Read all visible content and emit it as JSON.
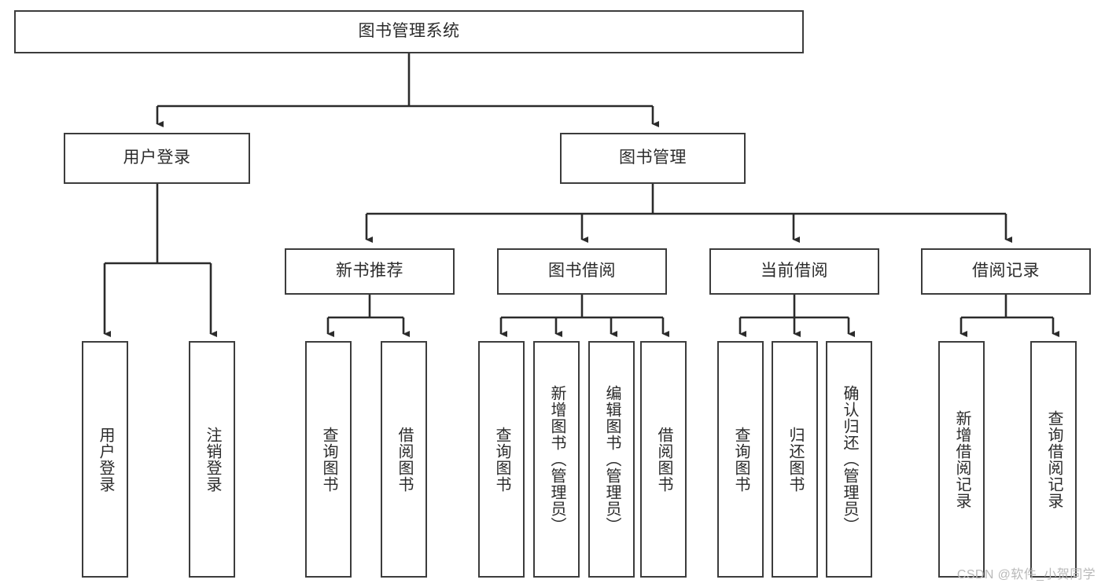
{
  "diagram": {
    "title": "图书管理系统",
    "type": "tree",
    "watermark": "CSDN @软件_小贺同学",
    "colors": {
      "box_border": "#3c3c3c",
      "box_fill": "#ffffff",
      "connector": "#2b2b2b",
      "text": "#2b2b2b",
      "watermark": "#b9b9b9",
      "background": "#ffffff"
    },
    "levels": {
      "root": "图书管理系统",
      "level2": [
        "用户登录",
        "图书管理"
      ],
      "level3": [
        "新书推荐",
        "图书借阅",
        "当前借阅",
        "借阅记录"
      ]
    },
    "nodes": {
      "root": {
        "label": "图书管理系统"
      },
      "user_login": {
        "label": "用户登录"
      },
      "book_manage": {
        "label": "图书管理"
      },
      "new_book_rec": {
        "label": "新书推荐"
      },
      "book_borrow": {
        "label": "图书借阅"
      },
      "current_borrow": {
        "label": "当前借阅"
      },
      "borrow_record": {
        "label": "借阅记录"
      },
      "leaf_user_login": {
        "label": "用户登录"
      },
      "leaf_logout": {
        "label": "注销登录"
      },
      "leaf_query_book_1": {
        "label": "查询图书"
      },
      "leaf_borrow_book_1": {
        "label": "借阅图书"
      },
      "leaf_query_book_2": {
        "label": "查询图书"
      },
      "leaf_add_book": {
        "label": "新增图书（管理员）"
      },
      "leaf_edit_book": {
        "label": "编辑图书（管理员）"
      },
      "leaf_borrow_book_2": {
        "label": "借阅图书"
      },
      "leaf_query_book_3": {
        "label": "查询图书"
      },
      "leaf_return_book": {
        "label": "归还图书"
      },
      "leaf_confirm_return": {
        "label": "确认归还（管理员）"
      },
      "leaf_add_record": {
        "label": "新增借阅记录"
      },
      "leaf_query_record": {
        "label": "查询借阅记录"
      }
    },
    "edges": [
      {
        "from": "root",
        "to": "user_login"
      },
      {
        "from": "root",
        "to": "book_manage"
      },
      {
        "from": "user_login",
        "to": "leaf_user_login"
      },
      {
        "from": "user_login",
        "to": "leaf_logout"
      },
      {
        "from": "book_manage",
        "to": "new_book_rec"
      },
      {
        "from": "book_manage",
        "to": "book_borrow"
      },
      {
        "from": "book_manage",
        "to": "current_borrow"
      },
      {
        "from": "book_manage",
        "to": "borrow_record"
      },
      {
        "from": "new_book_rec",
        "to": "leaf_query_book_1"
      },
      {
        "from": "new_book_rec",
        "to": "leaf_borrow_book_1"
      },
      {
        "from": "book_borrow",
        "to": "leaf_query_book_2"
      },
      {
        "from": "book_borrow",
        "to": "leaf_add_book"
      },
      {
        "from": "book_borrow",
        "to": "leaf_edit_book"
      },
      {
        "from": "book_borrow",
        "to": "leaf_borrow_book_2"
      },
      {
        "from": "current_borrow",
        "to": "leaf_query_book_3"
      },
      {
        "from": "current_borrow",
        "to": "leaf_return_book"
      },
      {
        "from": "current_borrow",
        "to": "leaf_confirm_return"
      },
      {
        "from": "borrow_record",
        "to": "leaf_add_record"
      },
      {
        "from": "borrow_record",
        "to": "leaf_query_record"
      }
    ]
  }
}
